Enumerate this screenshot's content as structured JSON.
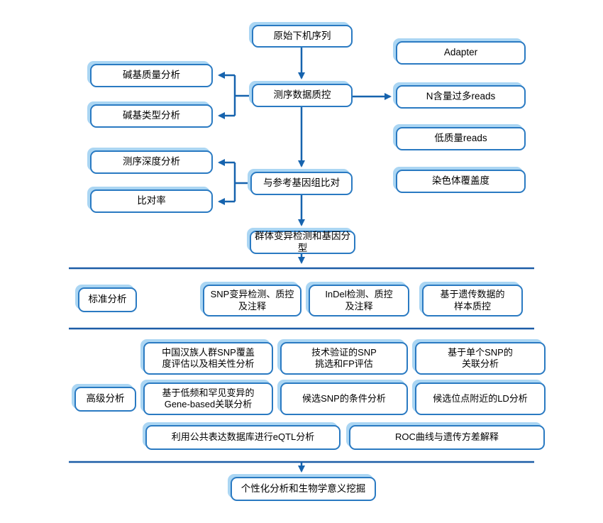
{
  "diagram": {
    "type": "flowchart",
    "language": "zh-CN",
    "topic": "sequencing-analysis-pipeline",
    "colors": {
      "box_border": "#2a7ac2",
      "box_highlight_shadow": "#abd6f3",
      "connector_line": "#1663ae",
      "divider_line": "#1d5da7",
      "text": "#000000",
      "background": "#ffffff"
    },
    "nodes": {
      "raw_sequence": "原始下机序列",
      "data_qc": "测序数据质控",
      "base_quality": "碱基质量分析",
      "base_type": "碱基类型分析",
      "depth_analysis": "测序深度分析",
      "mapping_rate": "比对率",
      "adapter": "Adapter",
      "n_reads": "N含量过多reads",
      "low_quality_reads": "低质量reads",
      "chromosome_coverage": "染色体覆盖度",
      "genome_alignment": "与参考基因组比对",
      "variant_genotyping": "群体变异检测和基因分型",
      "standard_label": "标准分析",
      "snp_detection": "SNP变异检测、质控\n及注释",
      "indel_detection": "InDel检测、质控\n及注释",
      "sample_qc": "基于遗传数据的\n样本质控",
      "advanced_label": "高级分析",
      "han_snp_coverage": "中国汉族人群SNP覆盖\n度评估以及相关性分析",
      "validated_snp": "技术验证的SNP\n挑选和FP评估",
      "single_snp_assoc": "基于单个SNP的\n关联分析",
      "gene_based_assoc": "基于低频和罕见变异的\nGene-based关联分析",
      "candidate_snp_conditional": "候选SNP的条件分析",
      "ld_analysis": "候选位点附近的LD分析",
      "eqtl_analysis": "利用公共表达数据库进行eQTL分析",
      "roc_curve": "ROC曲线与遗传方差解释",
      "personalized_analysis": "个性化分析和生物学意义挖掘"
    }
  }
}
